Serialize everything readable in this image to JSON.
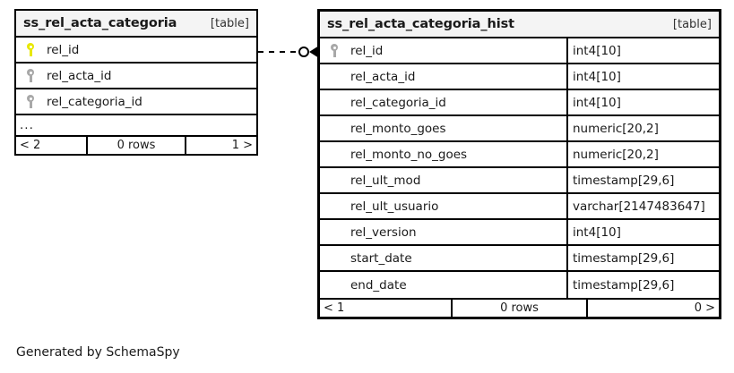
{
  "diagram": {
    "generator_note": "Generated by SchemaSpy",
    "table_tag": "[table]",
    "ellipsis": "...",
    "colors": {
      "primary_key": "#e8e800",
      "foreign_key": "#a8a8a8",
      "border": "#000000",
      "title_background": "#f4f4f4",
      "page_background": "#ffffff"
    },
    "relationship": {
      "style": "dashed",
      "left_end": "zero-or-one",
      "right_end": "zero-or-many",
      "icon": "crowsfoot-optional-icon"
    }
  },
  "tables": [
    {
      "id": "ss_rel_acta_categoria",
      "name": "ss_rel_acta_categoria",
      "tag": "[table]",
      "truncated": true,
      "columns": [
        {
          "name": "rel_id",
          "key": "primary",
          "type": ""
        },
        {
          "name": "rel_acta_id",
          "key": "foreign",
          "type": ""
        },
        {
          "name": "rel_categoria_id",
          "key": "foreign",
          "type": ""
        }
      ],
      "footer": {
        "left": "< 2",
        "center": "0 rows",
        "right": "1 >"
      }
    },
    {
      "id": "ss_rel_acta_categoria_hist",
      "name": "ss_rel_acta_categoria_hist",
      "tag": "[table]",
      "truncated": false,
      "columns": [
        {
          "name": "rel_id",
          "key": "foreign",
          "type": "int4[10]"
        },
        {
          "name": "rel_acta_id",
          "key": "none",
          "type": "int4[10]"
        },
        {
          "name": "rel_categoria_id",
          "key": "none",
          "type": "int4[10]"
        },
        {
          "name": "rel_monto_goes",
          "key": "none",
          "type": "numeric[20,2]"
        },
        {
          "name": "rel_monto_no_goes",
          "key": "none",
          "type": "numeric[20,2]"
        },
        {
          "name": "rel_ult_mod",
          "key": "none",
          "type": "timestamp[29,6]"
        },
        {
          "name": "rel_ult_usuario",
          "key": "none",
          "type": "varchar[2147483647]"
        },
        {
          "name": "rel_version",
          "key": "none",
          "type": "int4[10]"
        },
        {
          "name": "start_date",
          "key": "none",
          "type": "timestamp[29,6]"
        },
        {
          "name": "end_date",
          "key": "none",
          "type": "timestamp[29,6]"
        }
      ],
      "footer": {
        "left": "< 1",
        "center": "0 rows",
        "right": "0 >"
      }
    }
  ]
}
